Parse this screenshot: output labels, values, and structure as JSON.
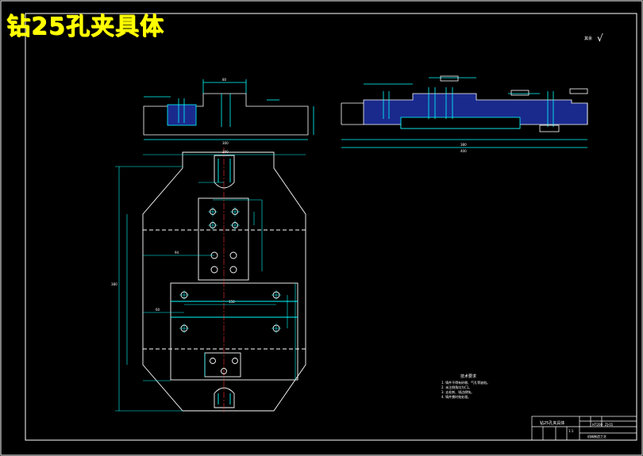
{
  "title": "钻25孔夹具体",
  "roughness_note": "其余",
  "roughness_mark": "√",
  "tech_req": {
    "heading": "技术要求",
    "items": [
      "1. 铸件不得有砂眼、气孔等缺陷。",
      "2. 未注倒角均为C1。",
      "3. 去毛刺、锐边倒钝。",
      "4. 铸件需时效处理。"
    ]
  },
  "title_block": {
    "name": "钻25孔夹具体",
    "material": "HT200",
    "scale": "1:1",
    "drawing_no": "ZJ-01",
    "school": "机械制造工艺"
  },
  "colors": {
    "background": "#000000",
    "title": "#ffff00",
    "outline": "#ffffff",
    "geometry": "#00ffff",
    "dimension": "#00ffff",
    "section_fill": "#1a2a8c",
    "center_line": "#ff3030"
  }
}
